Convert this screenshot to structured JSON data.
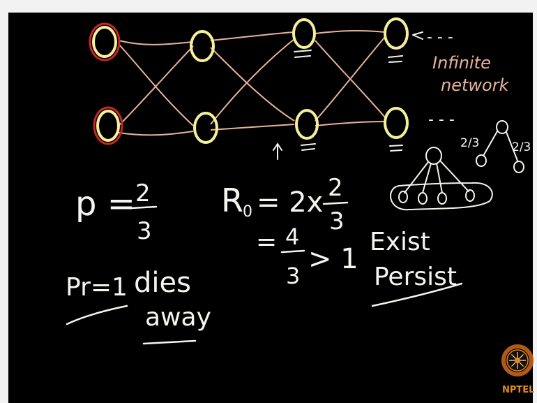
{
  "board": {
    "labels": {
      "infinite": "Infinite",
      "network": "network",
      "p_lhs": "p =",
      "p_num": "2",
      "p_den": "3",
      "r0_lhs": "R",
      "r0_sub": "0",
      "r0_mid": "= 2x",
      "r0_num": "2",
      "r0_den": "3",
      "eq2": "=",
      "eq2_num": "4",
      "eq2_den": "3",
      "eq2_rhs": "> 1",
      "pr_eq": "Pr=1",
      "dies": "dies",
      "away": "away",
      "exist": "Exist",
      "persist": "Persist",
      "tree_left": "2/3",
      "tree_right": "2/3",
      "dots_top": "- - -",
      "dots_bottom": "- - -"
    },
    "colors": {
      "board": "#000000",
      "node": "#f5ef9a",
      "seed_ring": "#c8252d",
      "edge": "#e8b49a",
      "chalk": "#f5f5f0"
    }
  },
  "logo": {
    "text": "NPTEL",
    "icon": "nptel-emblem-icon"
  }
}
